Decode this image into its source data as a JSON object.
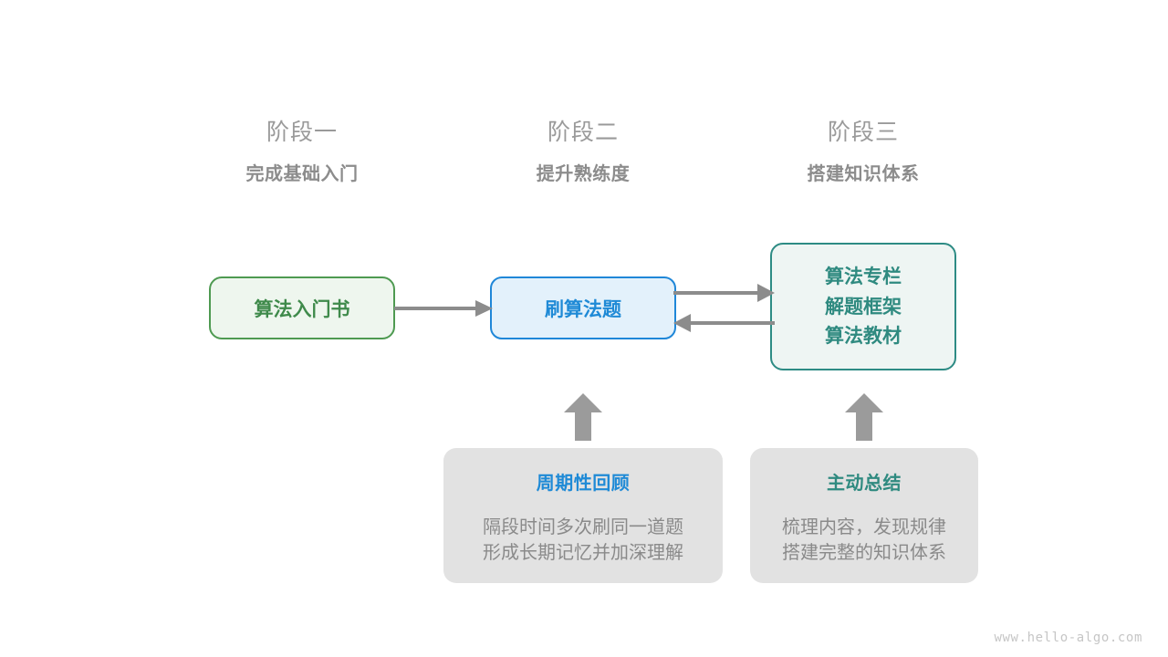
{
  "stages": [
    {
      "title": "阶段一",
      "subtitle": "完成基础入门"
    },
    {
      "title": "阶段二",
      "subtitle": "提升熟练度"
    },
    {
      "title": "阶段三",
      "subtitle": "搭建知识体系"
    }
  ],
  "nodes": {
    "book": {
      "label": "算法入门书"
    },
    "practice": {
      "label": "刷算法题"
    },
    "resources": {
      "line1": "算法专栏",
      "line2": "解题框架",
      "line3": "算法教材"
    }
  },
  "cards": [
    {
      "title": "周期性回顾",
      "body_line1": "隔段时间多次刷同一道题",
      "body_line2": "形成长期记忆并加深理解"
    },
    {
      "title": "主动总结",
      "body_line1": "梳理内容，发现规律",
      "body_line2": "搭建完整的知识体系"
    }
  ],
  "connectors": [
    {
      "name": "book-to-practice",
      "direction": "right"
    },
    {
      "name": "practice-to-resources",
      "direction": "right"
    },
    {
      "name": "resources-to-practice",
      "direction": "left"
    },
    {
      "name": "review-to-practice",
      "direction": "up"
    },
    {
      "name": "summary-to-resources",
      "direction": "up"
    }
  ],
  "colors": {
    "green": "#4e9a51",
    "blue": "#1f8ad6",
    "teal": "#2f8a80",
    "gray_arrow": "#8c8c8c",
    "card_bg": "#e2e2e2",
    "stage_text": "#9a9a9a"
  },
  "watermark": "www.hello-algo.com"
}
